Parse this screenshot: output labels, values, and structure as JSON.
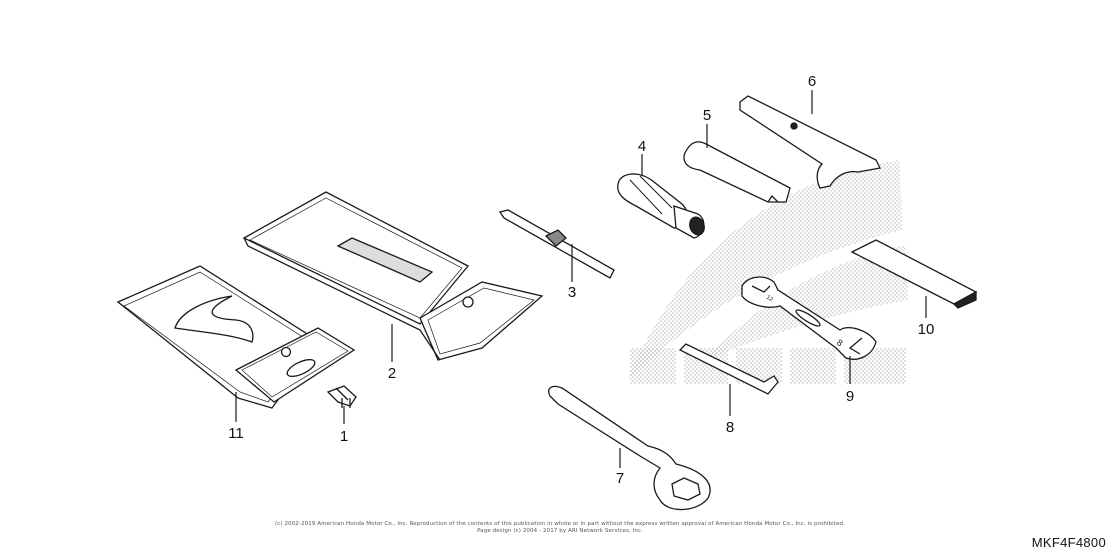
{
  "callouts": {
    "p1": "1",
    "p2": "2",
    "p3": "3",
    "p4": "4",
    "p5": "5",
    "p6": "6",
    "p7": "7",
    "p8": "8",
    "p9": "9",
    "p10": "10",
    "p11": "11"
  },
  "wrench_size_marks": {
    "small": "12",
    "large": "8"
  },
  "footer": {
    "copyright": "(c) 2002-2019 American Honda Motor Co., Inc. Reproduction of the contents of this publication in whole or in part without the express written approval of American Honda Motor Co., Inc. is prohibited.",
    "page_design": "Page design (c) 2004 - 2017 by ARI Network Services, Inc.",
    "diagram_code": "MKF4F4800"
  },
  "colors": {
    "ink": "#1a1a1a",
    "dots": "#9a9a9a",
    "paper": "#ffffff"
  }
}
